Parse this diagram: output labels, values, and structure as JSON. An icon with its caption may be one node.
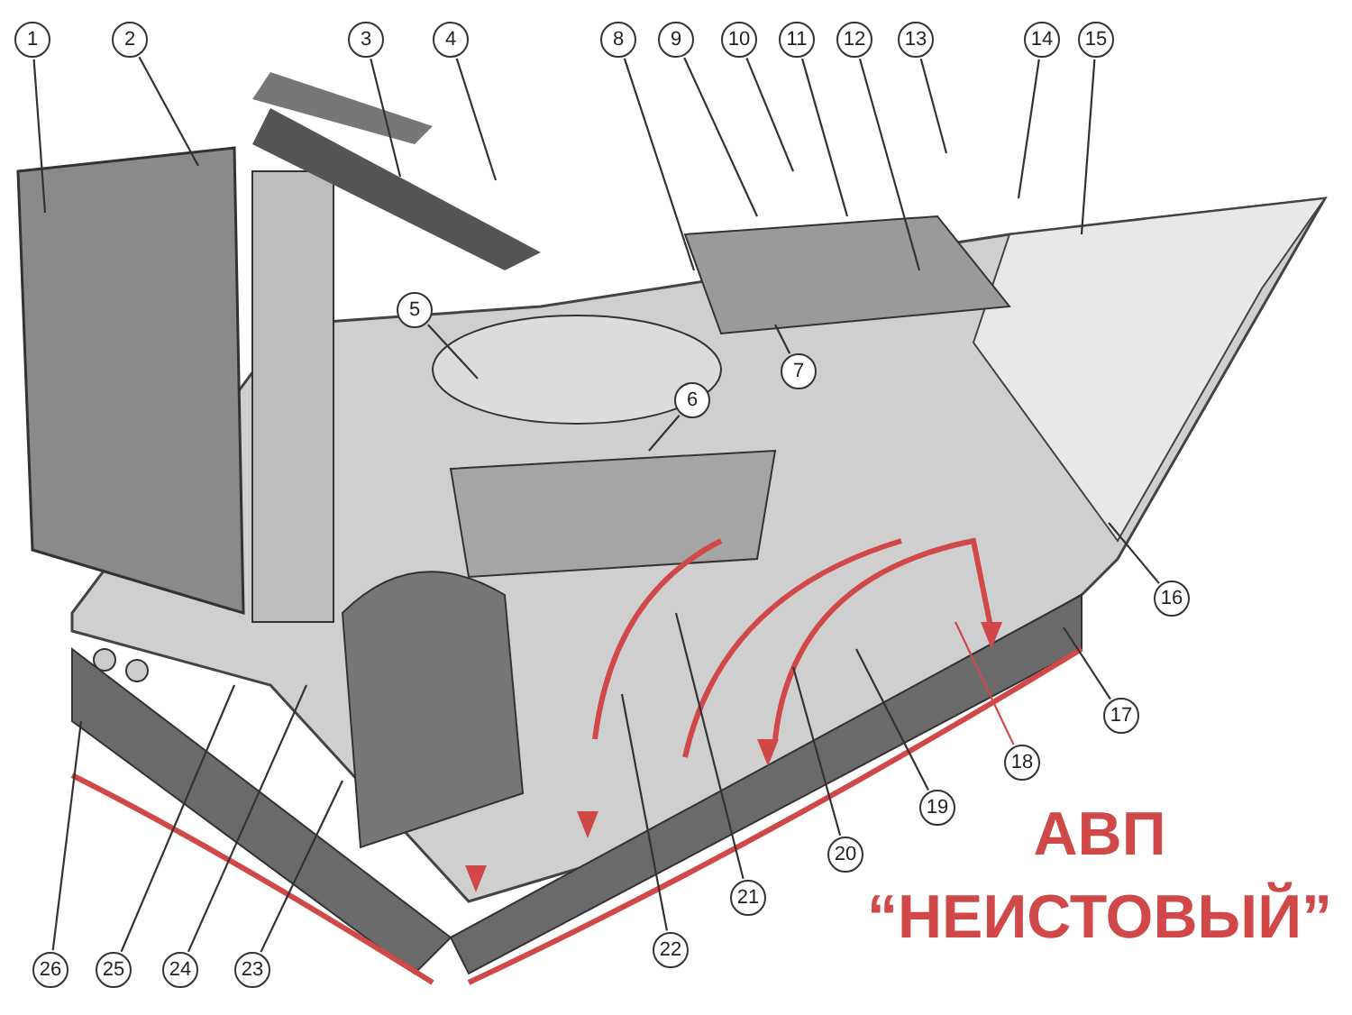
{
  "diagram": {
    "title": "АВП “НЕИСТОВЫЙ”",
    "nodes": [
      {
        "text": [
          "1"
        ]
      },
      {
        "text": [
          "2"
        ]
      },
      {
        "text": [
          "3"
        ]
      },
      {
        "text": [
          "4"
        ]
      },
      {
        "text": [
          "5"
        ]
      },
      {
        "text": [
          "6"
        ]
      },
      {
        "text": [
          "7"
        ]
      },
      {
        "text": [
          "8"
        ]
      },
      {
        "text": [
          "9"
        ]
      },
      {
        "text": [
          "10"
        ]
      },
      {
        "text": [
          "11"
        ]
      },
      {
        "text": [
          "12"
        ]
      },
      {
        "text": [
          "13"
        ]
      },
      {
        "text": [
          "14"
        ]
      },
      {
        "text": [
          "15"
        ]
      },
      {
        "text": [
          "16"
        ]
      },
      {
        "text": [
          "17"
        ]
      },
      {
        "text": [
          "18"
        ]
      },
      {
        "text": [
          "19"
        ]
      },
      {
        "text": [
          "20"
        ]
      },
      {
        "text": [
          "21"
        ]
      },
      {
        "text": [
          "22"
        ]
      },
      {
        "text": [
          "23"
        ]
      },
      {
        "text": [
          "24"
        ]
      },
      {
        "text": [
          "25"
        ]
      },
      {
        "text": [
          "26"
        ]
      }
    ],
    "edges": [
      {
        "from": 0,
        "to": null,
        "arrow": "none"
      },
      {
        "from": 1,
        "to": null,
        "arrow": "none"
      },
      {
        "from": 2,
        "to": null,
        "arrow": "none"
      },
      {
        "from": 3,
        "to": null,
        "arrow": "none"
      },
      {
        "from": 4,
        "to": null,
        "arrow": "none"
      },
      {
        "from": 5,
        "to": null,
        "arrow": "none"
      },
      {
        "from": 6,
        "to": null,
        "arrow": "none"
      },
      {
        "from": 7,
        "to": null,
        "arrow": "none"
      },
      {
        "from": 8,
        "to": null,
        "arrow": "none"
      },
      {
        "from": 9,
        "to": null,
        "arrow": "none"
      },
      {
        "from": 10,
        "to": null,
        "arrow": "none"
      },
      {
        "from": 11,
        "to": null,
        "arrow": "none"
      },
      {
        "from": 12,
        "to": null,
        "arrow": "none"
      },
      {
        "from": 13,
        "to": null,
        "arrow": "none"
      },
      {
        "from": 14,
        "to": null,
        "arrow": "none"
      },
      {
        "from": 15,
        "to": null,
        "arrow": "none"
      },
      {
        "from": 16,
        "to": null,
        "arrow": "none"
      },
      {
        "from": 17,
        "to": null,
        "arrow": "none",
        "color": "#d04848"
      },
      {
        "from": 18,
        "to": null,
        "arrow": "none"
      },
      {
        "from": 19,
        "to": null,
        "arrow": "none"
      },
      {
        "from": 20,
        "to": null,
        "arrow": "none"
      },
      {
        "from": 21,
        "to": null,
        "arrow": "none"
      },
      {
        "from": 22,
        "to": null,
        "arrow": "none"
      },
      {
        "from": 23,
        "to": null,
        "arrow": "none"
      },
      {
        "from": 24,
        "to": null,
        "arrow": "none"
      },
      {
        "from": 25,
        "to": null,
        "arrow": "none"
      }
    ]
  }
}
